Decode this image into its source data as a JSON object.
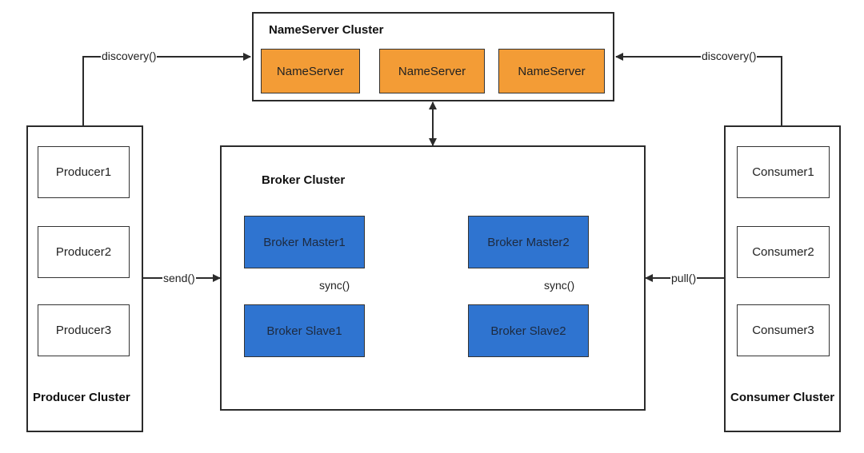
{
  "nameserver_cluster": {
    "title": "NameServer Cluster",
    "nodes": [
      "NameServer",
      "NameServer",
      "NameServer"
    ]
  },
  "producer_cluster": {
    "title": "Producer Cluster",
    "nodes": [
      "Producer1",
      "Producer2",
      "Producer3"
    ]
  },
  "consumer_cluster": {
    "title": "Consumer Cluster",
    "nodes": [
      "Consumer1",
      "Consumer2",
      "Consumer3"
    ]
  },
  "broker_cluster": {
    "title": "Broker Cluster",
    "masters": [
      "Broker Master1",
      "Broker Master2"
    ],
    "slaves": [
      "Broker Slave1",
      "Broker Slave2"
    ]
  },
  "edges": {
    "producer_discovery": "discovery()",
    "consumer_discovery": "discovery()",
    "send": "send()",
    "pull": "pull()",
    "sync1": "sync()",
    "sync2": "sync()"
  },
  "colors": {
    "nameserver_fill": "#f39c36",
    "broker_fill": "#2f74d0",
    "line": "#2b2b2b"
  }
}
